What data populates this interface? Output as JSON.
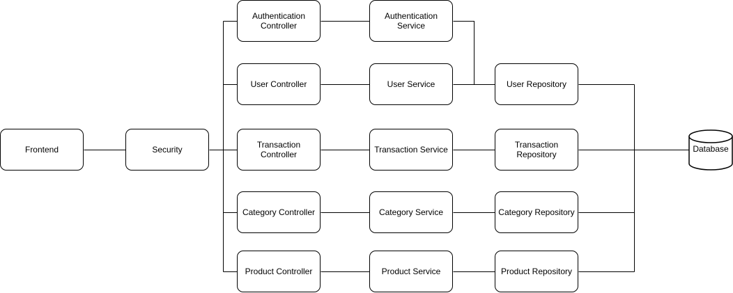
{
  "nodes": {
    "frontend": "Frontend",
    "security": "Security",
    "auth_controller": [
      "Authentication",
      "Controller"
    ],
    "auth_service": [
      "Authentication",
      "Service"
    ],
    "user_controller": "User Controller",
    "user_service": "User Service",
    "user_repository": "User Repository",
    "transaction_controller": [
      "Transaction",
      "Controller"
    ],
    "transaction_service": "Transaction Service",
    "transaction_repository": [
      "Transaction",
      "Repository"
    ],
    "category_controller": "Category Controller",
    "category_service": "Category Service",
    "category_repository": "Category Repository",
    "product_controller": "Product Controller",
    "product_service": "Product Service",
    "product_repository": "Product Repository",
    "database": "Database"
  },
  "colors": {
    "stroke": "#000000",
    "fill": "#ffffff"
  }
}
